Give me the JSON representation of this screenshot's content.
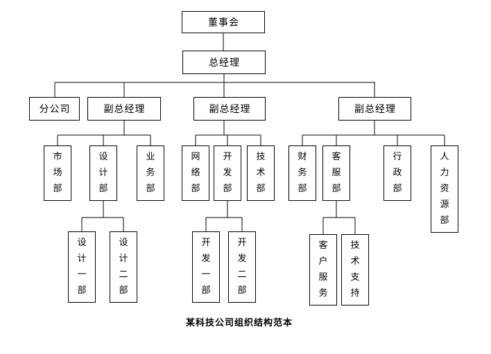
{
  "caption": "某科技公司组织结构范本",
  "nodes": {
    "board": {
      "label": "董事会"
    },
    "gm": {
      "label": "总经理"
    },
    "branch": {
      "label": "分公司"
    },
    "vp1": {
      "label": "副总经理"
    },
    "vp2": {
      "label": "副总经理"
    },
    "vp3": {
      "label": "副总经理"
    },
    "marketing": {
      "label": "市场部"
    },
    "design": {
      "label": "设计部"
    },
    "business": {
      "label": "业务部"
    },
    "network": {
      "label": "网络部"
    },
    "dev": {
      "label": "开发部"
    },
    "tech": {
      "label": "技术部"
    },
    "finance": {
      "label": "财务部"
    },
    "cs": {
      "label": "客服部"
    },
    "admin": {
      "label": "行政部"
    },
    "hr": {
      "label": "人力资源部"
    },
    "design1": {
      "label": "设计一部"
    },
    "design2": {
      "label": "设计二部"
    },
    "dev1": {
      "label": "开发一部"
    },
    "dev2": {
      "label": "开发二部"
    },
    "service": {
      "label": "客户服务"
    },
    "support": {
      "label": "技术支持"
    }
  },
  "edges": [
    [
      "board",
      "gm"
    ],
    [
      "gm",
      "branch"
    ],
    [
      "gm",
      "vp1"
    ],
    [
      "gm",
      "vp2"
    ],
    [
      "gm",
      "vp3"
    ],
    [
      "vp1",
      "marketing"
    ],
    [
      "vp1",
      "design"
    ],
    [
      "vp1",
      "business"
    ],
    [
      "vp2",
      "network"
    ],
    [
      "vp2",
      "dev"
    ],
    [
      "vp2",
      "tech"
    ],
    [
      "vp3",
      "finance"
    ],
    [
      "vp3",
      "cs"
    ],
    [
      "vp3",
      "admin"
    ],
    [
      "vp3",
      "hr"
    ],
    [
      "design",
      "design1"
    ],
    [
      "design",
      "design2"
    ],
    [
      "dev",
      "dev1"
    ],
    [
      "dev",
      "dev2"
    ],
    [
      "cs",
      "service"
    ],
    [
      "cs",
      "support"
    ]
  ],
  "colors": {
    "background": "#ffffff",
    "line": "#000000",
    "box_border": "#000000",
    "text": "#000000"
  }
}
